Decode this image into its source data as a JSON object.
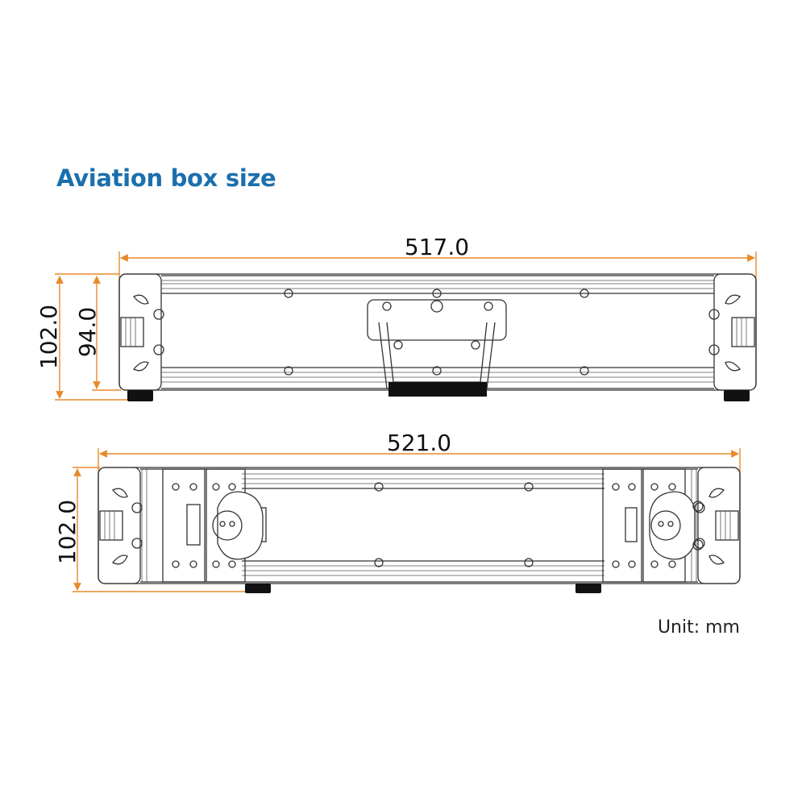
{
  "title": "Aviation box size",
  "unit_label": "Unit: mm",
  "colors": {
    "title": "#1b6fae",
    "dimension_lines": "#e8892a",
    "outline": "#333333"
  },
  "views": [
    {
      "width_label": "517.0",
      "height_label": "102.0",
      "inner_height_label": "94.0"
    },
    {
      "width_label": "521.0",
      "height_label": "102.0"
    }
  ]
}
